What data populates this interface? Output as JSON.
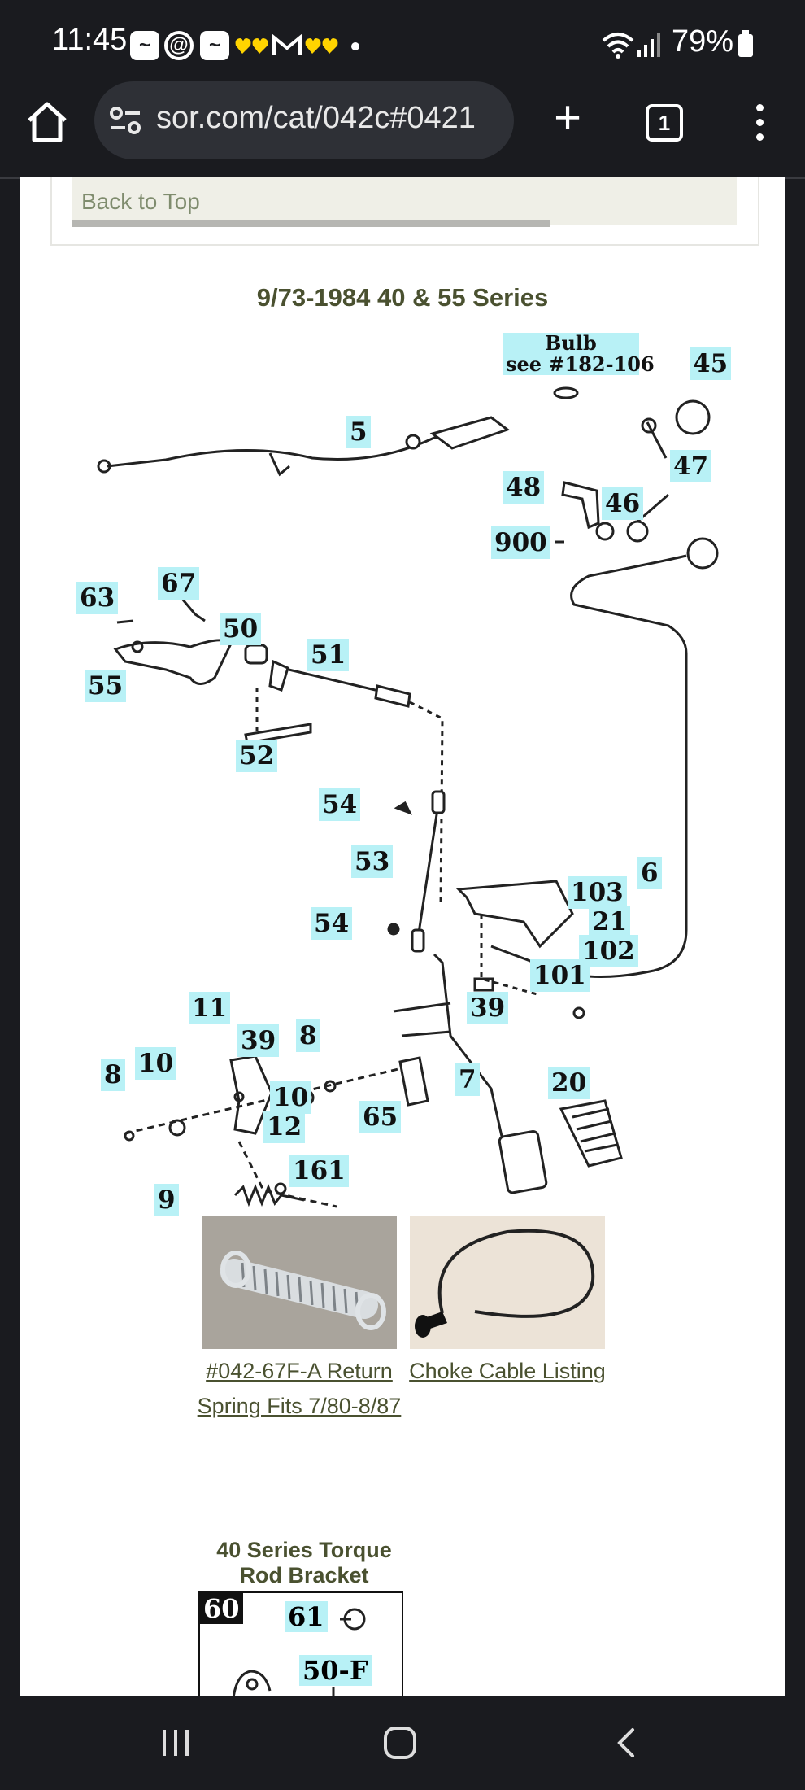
{
  "status_bar": {
    "time": "11:45",
    "battery": "79%",
    "notification_icons": [
      "messages-icon",
      "threads-icon",
      "messages-icon",
      "yellow-hearts-icon",
      "gmail-icon",
      "yellow-hearts-icon"
    ]
  },
  "browser": {
    "url": "sor.com/cat/042c#0421",
    "tab_count": "1"
  },
  "page": {
    "back_to_top": "Back to Top",
    "section_title": "9/73-1984 40 & 55 Series",
    "diagram_labels": {
      "bulb_line1": "Bulb",
      "bulb_line2": "see #182-106",
      "l45": "45",
      "l5": "5",
      "l47": "47",
      "l48": "48",
      "l46": "46",
      "l900": "900",
      "l63": "63",
      "l67": "67",
      "l50": "50",
      "l51": "51",
      "l55": "55",
      "l52": "52",
      "l54a": "54",
      "l53": "53",
      "l6": "6",
      "l103": "103",
      "l21": "21",
      "l54b": "54",
      "l102": "102",
      "l101": "101",
      "l39a": "39",
      "l11": "11",
      "l39b": "39",
      "l8a": "8",
      "l10a": "10",
      "l8b": "8",
      "l10b": "10",
      "l7": "7",
      "l20": "20",
      "l65": "65",
      "l12": "12",
      "l9": "9",
      "l161": "161"
    },
    "products": [
      {
        "caption": "#042-67F-A Return Spring Fits 7/80-8/87"
      },
      {
        "caption": "Choke Cable Listing"
      }
    ],
    "torque": {
      "title": "40 Series Torque Rod Bracket",
      "l60": "60",
      "l61": "61",
      "l50f": "50-F"
    }
  }
}
